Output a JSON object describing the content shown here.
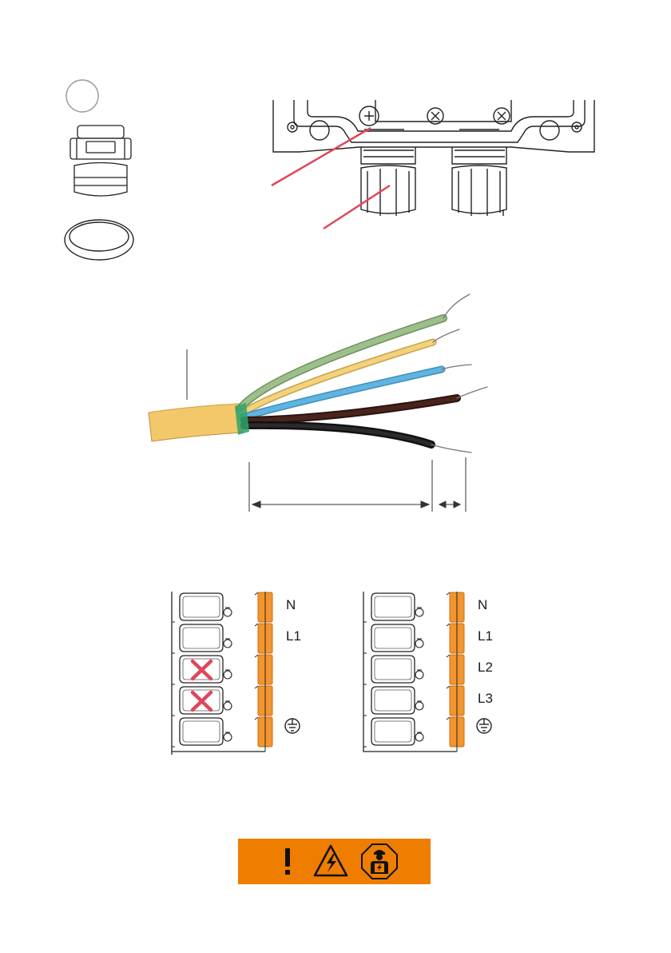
{
  "terminals_left": [
    "N",
    "L1",
    "",
    "",
    "earth-icon"
  ],
  "terminals_right": [
    "N",
    "L1",
    "L2",
    "L3",
    "earth-icon"
  ],
  "colors": {
    "orange": "#ee7d00",
    "terminal_orange": "#f2952e",
    "red_pointer": "#e0465a",
    "wire_green": "#9dbf8c",
    "wire_yellow": "#f3d27d",
    "wire_blue": "#62b4e0",
    "wire_brown": "#3a1a14",
    "wire_black": "#1a1a1a",
    "cable_sheath": "#f3c86a",
    "cross_red": "#e0465a"
  },
  "warnings": [
    "exclamation-icon",
    "electrical-hazard-icon",
    "qualified-electrician-icon"
  ]
}
